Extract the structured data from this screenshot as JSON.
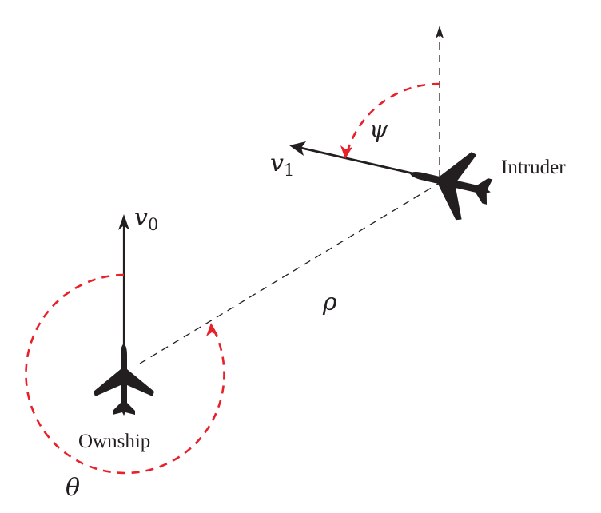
{
  "labels": {
    "ownship": "Ownship",
    "intruder": "Intruder",
    "v0": "v",
    "v0_sub": "0",
    "v1": "v",
    "v1_sub": "1",
    "rho": "ρ",
    "theta": "θ",
    "psi": "ψ"
  },
  "colors": {
    "angle_arc": "#e8202a",
    "lines": "#231f20"
  }
}
